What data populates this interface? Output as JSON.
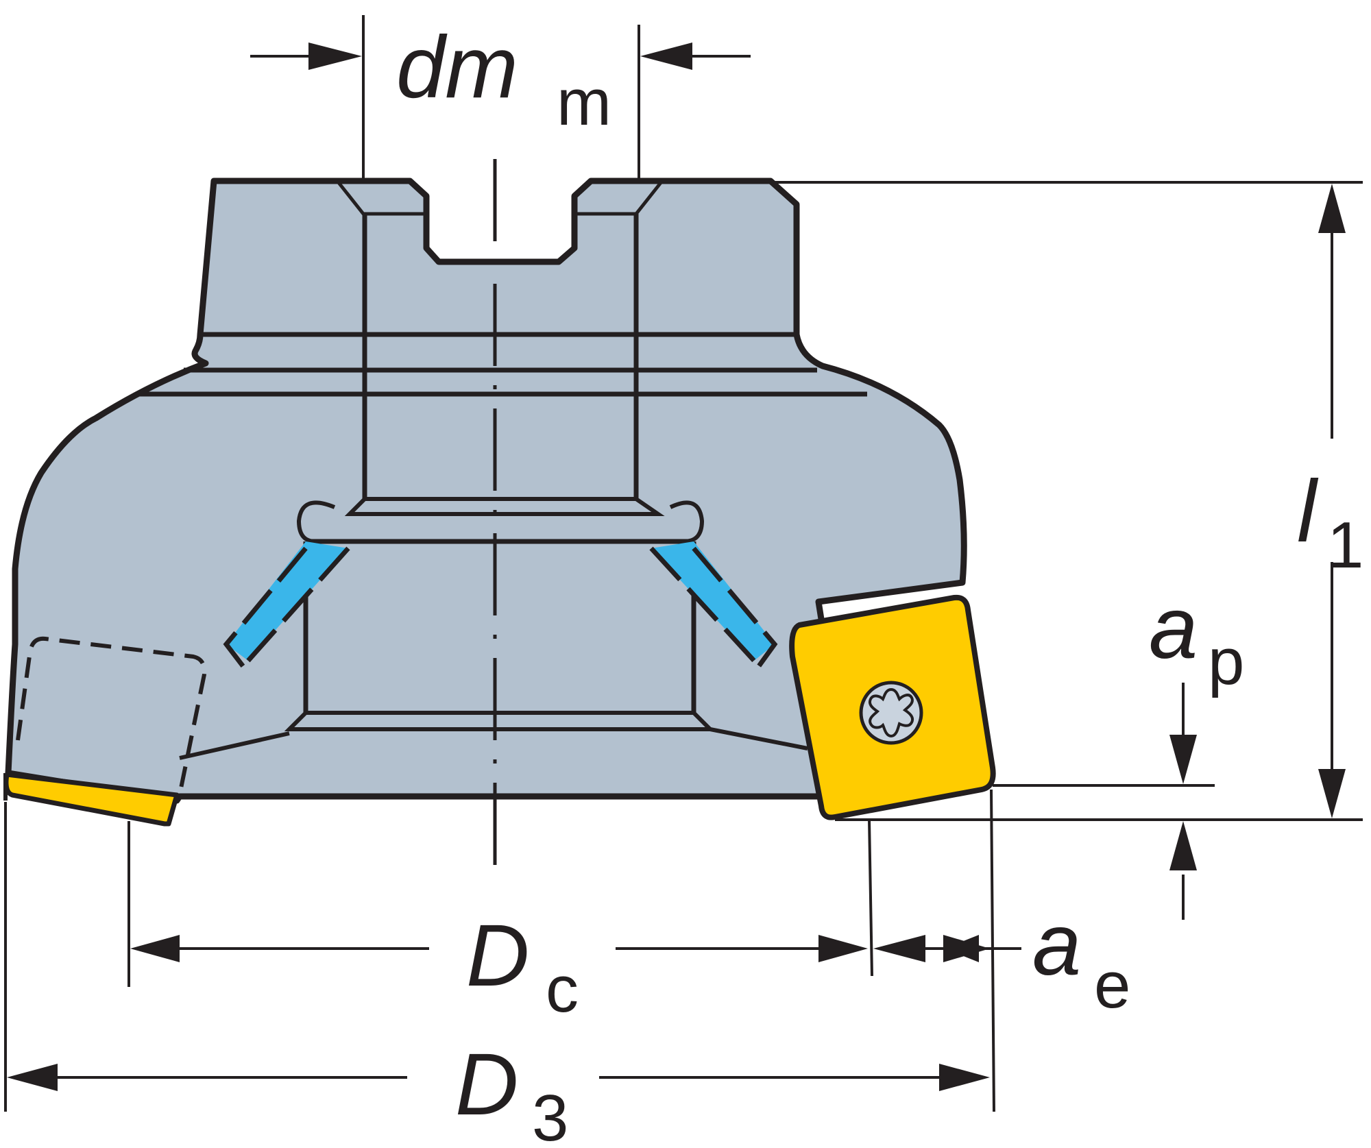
{
  "labels": {
    "dm": {
      "main": "dm",
      "sub": "m"
    },
    "l1": {
      "main": "l",
      "sub": "1"
    },
    "ap": {
      "main": "a",
      "sub": "p"
    },
    "dc": {
      "main": "D",
      "sub": "c"
    },
    "ae": {
      "main": "a",
      "sub": "e"
    },
    "d3": {
      "main": "D",
      "sub": "3"
    }
  },
  "colors": {
    "body": "#b3c1cf",
    "insert": "#ffcc00",
    "coolant": "#3ab6ea",
    "outline": "#231f20",
    "screw": "#c9d3de"
  }
}
